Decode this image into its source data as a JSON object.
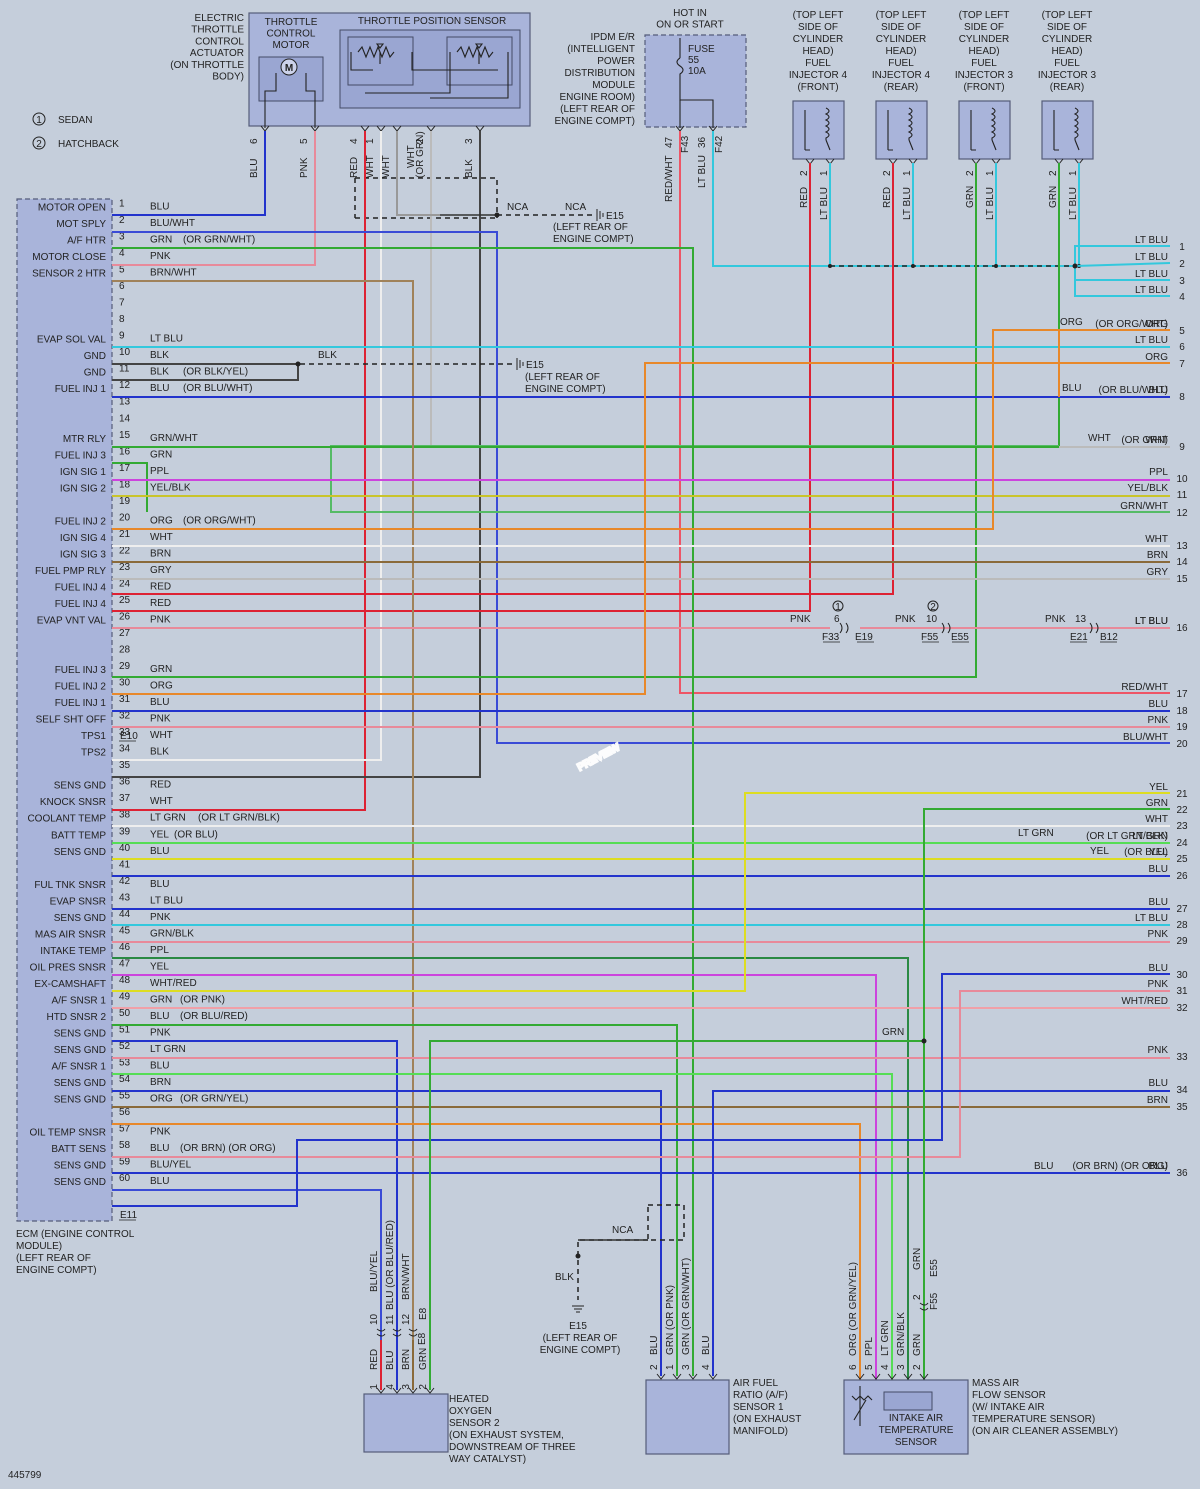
{
  "diagram_id": "445799",
  "watermark": "PREVIEW",
  "legend": [
    {
      "symbol": "1",
      "label": "SEDAN"
    },
    {
      "symbol": "2",
      "label": "HATCHBACK"
    }
  ],
  "ecm": {
    "label": [
      "ECM (ENGINE CONTROL",
      "MODULE)",
      "(LEFT REAR OF",
      "ENGINE COMPT)"
    ],
    "connector_a": "E10",
    "connector_b": "E11"
  },
  "throttle": {
    "actuator_label": [
      "ELECTRIC",
      "THROTTLE",
      "CONTROL",
      "ACTUATOR",
      "(ON THROTTLE",
      "BODY)"
    ],
    "motor_label": [
      "THROTTLE",
      "CONTROL",
      "MOTOR"
    ],
    "motor_symbol": "M",
    "tps_label": "THROTTLE POSITION SENSOR",
    "wires": [
      {
        "pin": "6",
        "color": "BLU"
      },
      {
        "pin": "5",
        "color": "PNK"
      },
      {
        "pin": "4",
        "color": "RED"
      },
      {
        "pin": "1",
        "color": "WHT"
      },
      {
        "pin": "",
        "color": "WHT"
      },
      {
        "pin": "2",
        "color": "(OR GRN)"
      },
      {
        "pin": "3",
        "color": "BLK"
      }
    ]
  },
  "ipdm": {
    "hot_label": [
      "HOT IN",
      "ON OR START"
    ],
    "label": [
      "IPDM E/R",
      "(INTELLIGENT",
      "POWER",
      "DISTRIBUTION",
      "MODULE",
      "ENGINE ROOM)",
      "(LEFT REAR OF",
      "ENGINE COMPT)"
    ],
    "fuse": [
      "FUSE",
      "55",
      "10A"
    ],
    "wires": [
      {
        "pin": "47",
        "color": "RED/WHT",
        "connector": "F43"
      },
      {
        "pin": "36",
        "color": "LT BLU",
        "connector": "F42"
      }
    ]
  },
  "injectors": [
    {
      "label": [
        "(TOP LEFT",
        "SIDE OF",
        "CYLINDER",
        "HEAD)",
        "FUEL",
        "INJECTOR 4",
        "(FRONT)"
      ],
      "wire1": "RED",
      "wire2": "LT BLU",
      "pin1": "2",
      "pin2": "1"
    },
    {
      "label": [
        "(TOP LEFT",
        "SIDE OF",
        "CYLINDER",
        "HEAD)",
        "FUEL",
        "INJECTOR 4",
        "(REAR)"
      ],
      "wire1": "RED",
      "wire2": "LT BLU",
      "pin1": "2",
      "pin2": "1"
    },
    {
      "label": [
        "(TOP LEFT",
        "SIDE OF",
        "CYLINDER",
        "HEAD)",
        "FUEL",
        "INJECTOR 3",
        "(FRONT)"
      ],
      "wire1": "GRN",
      "wire2": "LT BLU",
      "pin1": "2",
      "pin2": "1"
    },
    {
      "label": [
        "(TOP LEFT",
        "SIDE OF",
        "CYLINDER",
        "HEAD)",
        "FUEL",
        "INJECTOR 3",
        "(REAR)"
      ],
      "wire1": "GRN",
      "wire2": "LT BLU",
      "pin1": "2",
      "pin2": "1"
    }
  ],
  "grounds": {
    "nca": "NCA",
    "e15": "E15",
    "e15_note": [
      "(LEFT REAR OF",
      "ENGINE COMPT)"
    ],
    "blk": "BLK"
  },
  "ecm_pins": [
    {
      "n": "1",
      "label": "MOTOR OPEN",
      "wire": "BLU",
      "alt": ""
    },
    {
      "n": "2",
      "label": "MOT SPLY",
      "wire": "BLU/WHT",
      "alt": ""
    },
    {
      "n": "3",
      "label": "A/F HTR",
      "wire": "GRN",
      "alt": "(OR GRN/WHT)"
    },
    {
      "n": "4",
      "label": "MOTOR CLOSE",
      "wire": "PNK",
      "alt": ""
    },
    {
      "n": "5",
      "label": "SENSOR 2 HTR",
      "wire": "BRN/WHT",
      "alt": ""
    },
    {
      "n": "6",
      "label": "",
      "wire": "",
      "alt": ""
    },
    {
      "n": "7",
      "label": "",
      "wire": "",
      "alt": ""
    },
    {
      "n": "8",
      "label": "",
      "wire": "",
      "alt": ""
    },
    {
      "n": "9",
      "label": "EVAP SOL VAL",
      "wire": "LT BLU",
      "alt": ""
    },
    {
      "n": "10",
      "label": "GND",
      "wire": "BLK",
      "alt": ""
    },
    {
      "n": "11",
      "label": "GND",
      "wire": "BLK",
      "alt": "(OR BLK/YEL)"
    },
    {
      "n": "12",
      "label": "FUEL INJ 1",
      "wire": "BLU",
      "alt": "(OR BLU/WHT)"
    },
    {
      "n": "13",
      "label": "",
      "wire": "",
      "alt": ""
    },
    {
      "n": "14",
      "label": "",
      "wire": "",
      "alt": ""
    },
    {
      "n": "15",
      "label": "MTR RLY",
      "wire": "GRN/WHT",
      "alt": ""
    },
    {
      "n": "16",
      "label": "FUEL INJ 3",
      "wire": "GRN",
      "alt": ""
    },
    {
      "n": "17",
      "label": "IGN SIG 1",
      "wire": "PPL",
      "alt": ""
    },
    {
      "n": "18",
      "label": "IGN SIG 2",
      "wire": "YEL/BLK",
      "alt": ""
    },
    {
      "n": "19",
      "label": "",
      "wire": "",
      "alt": ""
    },
    {
      "n": "20",
      "label": "FUEL INJ 2",
      "wire": "ORG",
      "alt": "(OR ORG/WHT)"
    },
    {
      "n": "21",
      "label": "IGN SIG 4",
      "wire": "WHT",
      "alt": ""
    },
    {
      "n": "22",
      "label": "IGN SIG 3",
      "wire": "BRN",
      "alt": ""
    },
    {
      "n": "23",
      "label": "FUEL PMP RLY",
      "wire": "GRY",
      "alt": ""
    },
    {
      "n": "24",
      "label": "FUEL INJ 4",
      "wire": "RED",
      "alt": ""
    },
    {
      "n": "25",
      "label": "FUEL INJ 4",
      "wire": "RED",
      "alt": ""
    },
    {
      "n": "26",
      "label": "EVAP VNT VAL",
      "wire": "PNK",
      "alt": ""
    },
    {
      "n": "27",
      "label": "",
      "wire": "",
      "alt": ""
    },
    {
      "n": "28",
      "label": "",
      "wire": "",
      "alt": ""
    },
    {
      "n": "29",
      "label": "FUEL INJ 3",
      "wire": "GRN",
      "alt": ""
    },
    {
      "n": "30",
      "label": "FUEL INJ 2",
      "wire": "ORG",
      "alt": ""
    },
    {
      "n": "31",
      "label": "FUEL INJ 1",
      "wire": "BLU",
      "alt": ""
    },
    {
      "n": "32",
      "label": "SELF SHT OFF",
      "wire": "PNK",
      "alt": ""
    },
    {
      "n": "33",
      "label": "TPS1",
      "wire": "WHT",
      "alt": ""
    },
    {
      "n": "34",
      "label": "TPS2",
      "wire": "BLK",
      "alt": ""
    },
    {
      "n": "35",
      "label": "",
      "wire": "",
      "alt": ""
    },
    {
      "n": "36",
      "label": "SENS GND",
      "wire": "RED",
      "alt": ""
    },
    {
      "n": "37",
      "label": "KNOCK SNSR",
      "wire": "WHT",
      "alt": ""
    },
    {
      "n": "38",
      "label": "COOLANT TEMP",
      "wire": "LT GRN",
      "alt": "(OR LT GRN/BLK)"
    },
    {
      "n": "39",
      "label": "BATT TEMP",
      "wire": "YEL",
      "alt": "(OR BLU)"
    },
    {
      "n": "40",
      "label": "SENS GND",
      "wire": "BLU",
      "alt": ""
    },
    {
      "n": "41",
      "label": "",
      "wire": "",
      "alt": ""
    },
    {
      "n": "42",
      "label": "FUL TNK SNSR",
      "wire": "BLU",
      "alt": ""
    },
    {
      "n": "43",
      "label": "EVAP SNSR",
      "wire": "LT BLU",
      "alt": ""
    },
    {
      "n": "44",
      "label": "SENS GND",
      "wire": "PNK",
      "alt": ""
    },
    {
      "n": "45",
      "label": "MAS AIR SNSR",
      "wire": "GRN/BLK",
      "alt": ""
    },
    {
      "n": "46",
      "label": "INTAKE TEMP",
      "wire": "PPL",
      "alt": ""
    },
    {
      "n": "47",
      "label": "OIL PRES SNSR",
      "wire": "YEL",
      "alt": ""
    },
    {
      "n": "48",
      "label": "EX-CAMSHAFT",
      "wire": "WHT/RED",
      "alt": ""
    },
    {
      "n": "49",
      "label": "A/F SNSR 1",
      "wire": "GRN",
      "alt": "(OR PNK)"
    },
    {
      "n": "50",
      "label": "HTD SNSR 2",
      "wire": "BLU",
      "alt": "(OR BLU/RED)"
    },
    {
      "n": "51",
      "label": "SENS GND",
      "wire": "PNK",
      "alt": ""
    },
    {
      "n": "52",
      "label": "SENS GND",
      "wire": "LT GRN",
      "alt": ""
    },
    {
      "n": "53",
      "label": "A/F SNSR 1",
      "wire": "BLU",
      "alt": ""
    },
    {
      "n": "54",
      "label": "SENS GND",
      "wire": "BRN",
      "alt": ""
    },
    {
      "n": "55",
      "label": "SENS GND",
      "wire": "ORG",
      "alt": "(OR GRN/YEL)"
    },
    {
      "n": "56",
      "label": "",
      "wire": "",
      "alt": ""
    },
    {
      "n": "57",
      "label": "OIL TEMP SNSR",
      "wire": "PNK",
      "alt": ""
    },
    {
      "n": "58",
      "label": "BATT SENS",
      "wire": "BLU",
      "alt": "(OR BRN)    (OR ORG)"
    },
    {
      "n": "59",
      "label": "SENS GND",
      "wire": "BLU/YEL",
      "alt": ""
    },
    {
      "n": "60",
      "label": "SENS GND",
      "wire": "BLU",
      "alt": ""
    }
  ],
  "right_pins": [
    {
      "n": "1",
      "wire": "LT BLU",
      "alt": ""
    },
    {
      "n": "2",
      "wire": "LT BLU",
      "alt": ""
    },
    {
      "n": "3",
      "wire": "LT BLU",
      "alt": ""
    },
    {
      "n": "4",
      "wire": "LT BLU",
      "alt": ""
    },
    {
      "n": "5",
      "wire": "ORG",
      "alt": "(OR ORG/WHT)"
    },
    {
      "n": "6",
      "wire": "LT BLU",
      "alt": ""
    },
    {
      "n": "7",
      "wire": "ORG",
      "alt": ""
    },
    {
      "n": "8",
      "wire": "BLU",
      "alt": "(OR BLU/WHT)"
    },
    {
      "n": "9",
      "wire": "WHT",
      "alt": "(OR GRN)"
    },
    {
      "n": "10",
      "wire": "PPL",
      "alt": ""
    },
    {
      "n": "11",
      "wire": "YEL/BLK",
      "alt": ""
    },
    {
      "n": "12",
      "wire": "GRN/WHT",
      "alt": ""
    },
    {
      "n": "13",
      "wire": "WHT",
      "alt": ""
    },
    {
      "n": "14",
      "wire": "BRN",
      "alt": ""
    },
    {
      "n": "15",
      "wire": "GRY",
      "alt": ""
    },
    {
      "n": "16",
      "wire": "LT BLU",
      "alt": ""
    },
    {
      "n": "17",
      "wire": "RED/WHT",
      "alt": ""
    },
    {
      "n": "18",
      "wire": "BLU",
      "alt": ""
    },
    {
      "n": "19",
      "wire": "PNK",
      "alt": ""
    },
    {
      "n": "20",
      "wire": "BLU/WHT",
      "alt": ""
    },
    {
      "n": "21",
      "wire": "YEL",
      "alt": ""
    },
    {
      "n": "22",
      "wire": "GRN",
      "alt": ""
    },
    {
      "n": "23",
      "wire": "WHT",
      "alt": ""
    },
    {
      "n": "24",
      "wire": "LT GRN",
      "alt": "(OR LT GRN/BLK)"
    },
    {
      "n": "25",
      "wire": "YEL",
      "alt": "(OR BLU)"
    },
    {
      "n": "26",
      "wire": "BLU",
      "alt": ""
    },
    {
      "n": "27",
      "wire": "BLU",
      "alt": ""
    },
    {
      "n": "28",
      "wire": "LT BLU",
      "alt": ""
    },
    {
      "n": "29",
      "wire": "PNK",
      "alt": ""
    },
    {
      "n": "30",
      "wire": "BLU",
      "alt": ""
    },
    {
      "n": "31",
      "wire": "PNK",
      "alt": ""
    },
    {
      "n": "32",
      "wire": "WHT/RED",
      "alt": ""
    },
    {
      "n": "33",
      "wire": "PNK",
      "alt": ""
    },
    {
      "n": "34",
      "wire": "BLU",
      "alt": ""
    },
    {
      "n": "35",
      "wire": "BRN",
      "alt": ""
    },
    {
      "n": "36",
      "wire": "BLU",
      "alt": "(OR BRN)    (OR ORG)"
    }
  ],
  "evap_connectors": {
    "wire": "PNK",
    "c1_pin": "6",
    "c1_a": "F33",
    "c1_b": "E19",
    "c2_pin": "10",
    "c2_a": "F55",
    "c2_b": "E55",
    "c3_pin": "13",
    "c3_a": "E21",
    "c3_b": "B12",
    "c3_out": "LT BLU"
  },
  "sensors": {
    "o2s2": {
      "label": [
        "HEATED",
        "OXYGEN",
        "SENSOR 2",
        "(ON EXHAUST SYSTEM,",
        "DOWNSTREAM OF THREE",
        "WAY CATALYST)"
      ],
      "wires_upper": [
        "BLU/YEL",
        "BLU (OR BLU/RED)",
        "BRN/WHT"
      ],
      "pins_upper": [
        "10",
        "11",
        "12"
      ],
      "conn_upper": [
        "E8",
        "E8"
      ],
      "wires_lower": [
        "RED",
        "BLU",
        "BRN",
        "GRN"
      ],
      "pins_lower": [
        "1",
        "4",
        "3",
        "2"
      ]
    },
    "afs1": {
      "label": [
        "AIR FUEL",
        "RATIO (A/F)",
        "SENSOR 1",
        "(ON EXHAUST",
        "MANIFOLD)"
      ],
      "wires": [
        "BLU",
        "GRN (OR PNK)",
        "GRN (OR GRN/WHT)",
        "BLU"
      ],
      "pins": [
        "2",
        "1",
        "3",
        "4"
      ]
    },
    "maf": {
      "label": [
        "MASS AIR",
        "FLOW SENSOR",
        "(W/ INTAKE AIR",
        "TEMPERATURE SENSOR)",
        "(ON AIR CLEANER ASSEMBLY)"
      ],
      "inner_label": [
        "INTAKE AIR",
        "TEMPERATURE",
        "SENSOR"
      ],
      "wires": [
        "ORG (OR GRN/YEL)",
        "PPL",
        "LT GRN",
        "GRN/BLK",
        "GRN"
      ],
      "pins": [
        "6",
        "5",
        "4",
        "3",
        "2"
      ],
      "upper_wire": "GRN",
      "upper_pin": "2",
      "upper_conn": "E55",
      "upper_conn2": "F55",
      "split_wire": "GRN"
    }
  }
}
